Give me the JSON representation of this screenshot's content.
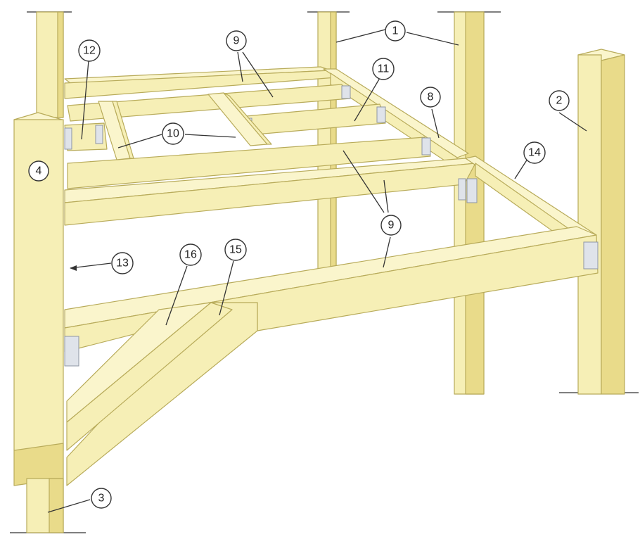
{
  "callouts": {
    "c1": "1",
    "c2": "2",
    "c3": "3",
    "c4": "4",
    "c8": "8",
    "c9a": "9",
    "c9b": "9",
    "c9c": "9",
    "c10": "10",
    "c11": "11",
    "c12": "12",
    "c13": "13",
    "c14": "14",
    "c15": "15",
    "c16": "16"
  },
  "colors": {
    "wood": "#f6efb6",
    "wood_dark": "#e9db8a",
    "wood_shadow": "#dccb72",
    "edge": "#b8ab5a",
    "steel": "#dfe3ea"
  }
}
